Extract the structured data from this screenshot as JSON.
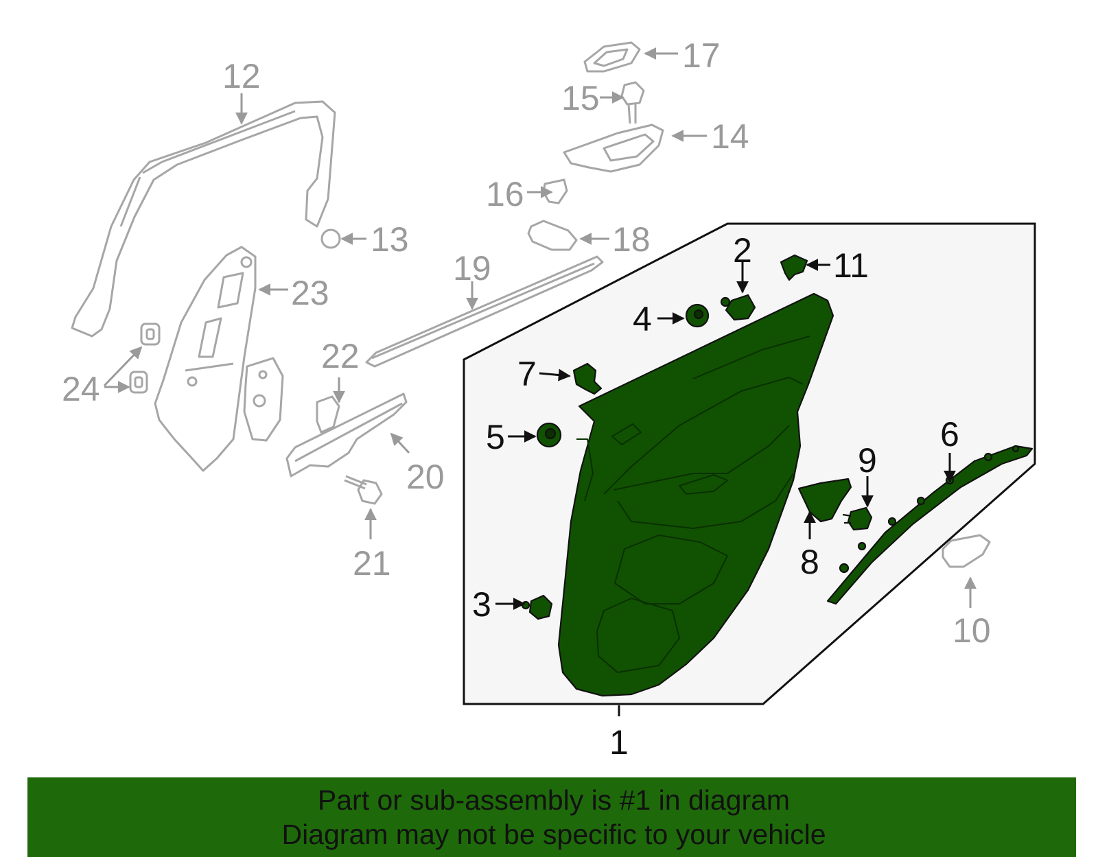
{
  "colors": {
    "highlight": "#105202",
    "banner": "#1e6a0a",
    "context_part": "#a6a6a6",
    "callout_gray": "#9a9a9a",
    "callout_black": "#111111",
    "panel_bg": "#f6f6f6"
  },
  "callouts": [
    {
      "id": "1",
      "label": "1",
      "active": true
    },
    {
      "id": "2",
      "label": "2",
      "active": true
    },
    {
      "id": "3",
      "label": "3",
      "active": true
    },
    {
      "id": "4",
      "label": "4",
      "active": true
    },
    {
      "id": "5",
      "label": "5",
      "active": true
    },
    {
      "id": "6",
      "label": "6",
      "active": true
    },
    {
      "id": "7",
      "label": "7",
      "active": true
    },
    {
      "id": "8",
      "label": "8",
      "active": true
    },
    {
      "id": "9",
      "label": "9",
      "active": true
    },
    {
      "id": "10",
      "label": "10",
      "active": false
    },
    {
      "id": "11",
      "label": "11",
      "active": true
    },
    {
      "id": "12",
      "label": "12",
      "active": false
    },
    {
      "id": "13",
      "label": "13",
      "active": false
    },
    {
      "id": "14",
      "label": "14",
      "active": false
    },
    {
      "id": "15",
      "label": "15",
      "active": false
    },
    {
      "id": "16",
      "label": "16",
      "active": false
    },
    {
      "id": "17",
      "label": "17",
      "active": false
    },
    {
      "id": "18",
      "label": "18",
      "active": false
    },
    {
      "id": "19",
      "label": "19",
      "active": false
    },
    {
      "id": "20",
      "label": "20",
      "active": false
    },
    {
      "id": "21",
      "label": "21",
      "active": false
    },
    {
      "id": "22",
      "label": "22",
      "active": false
    },
    {
      "id": "23",
      "label": "23",
      "active": false
    },
    {
      "id": "24",
      "label": "24",
      "active": false
    }
  ],
  "banner": {
    "line1": "Part or sub-assembly is #1 in diagram",
    "line2": "Diagram may not be specific to your vehicle"
  }
}
